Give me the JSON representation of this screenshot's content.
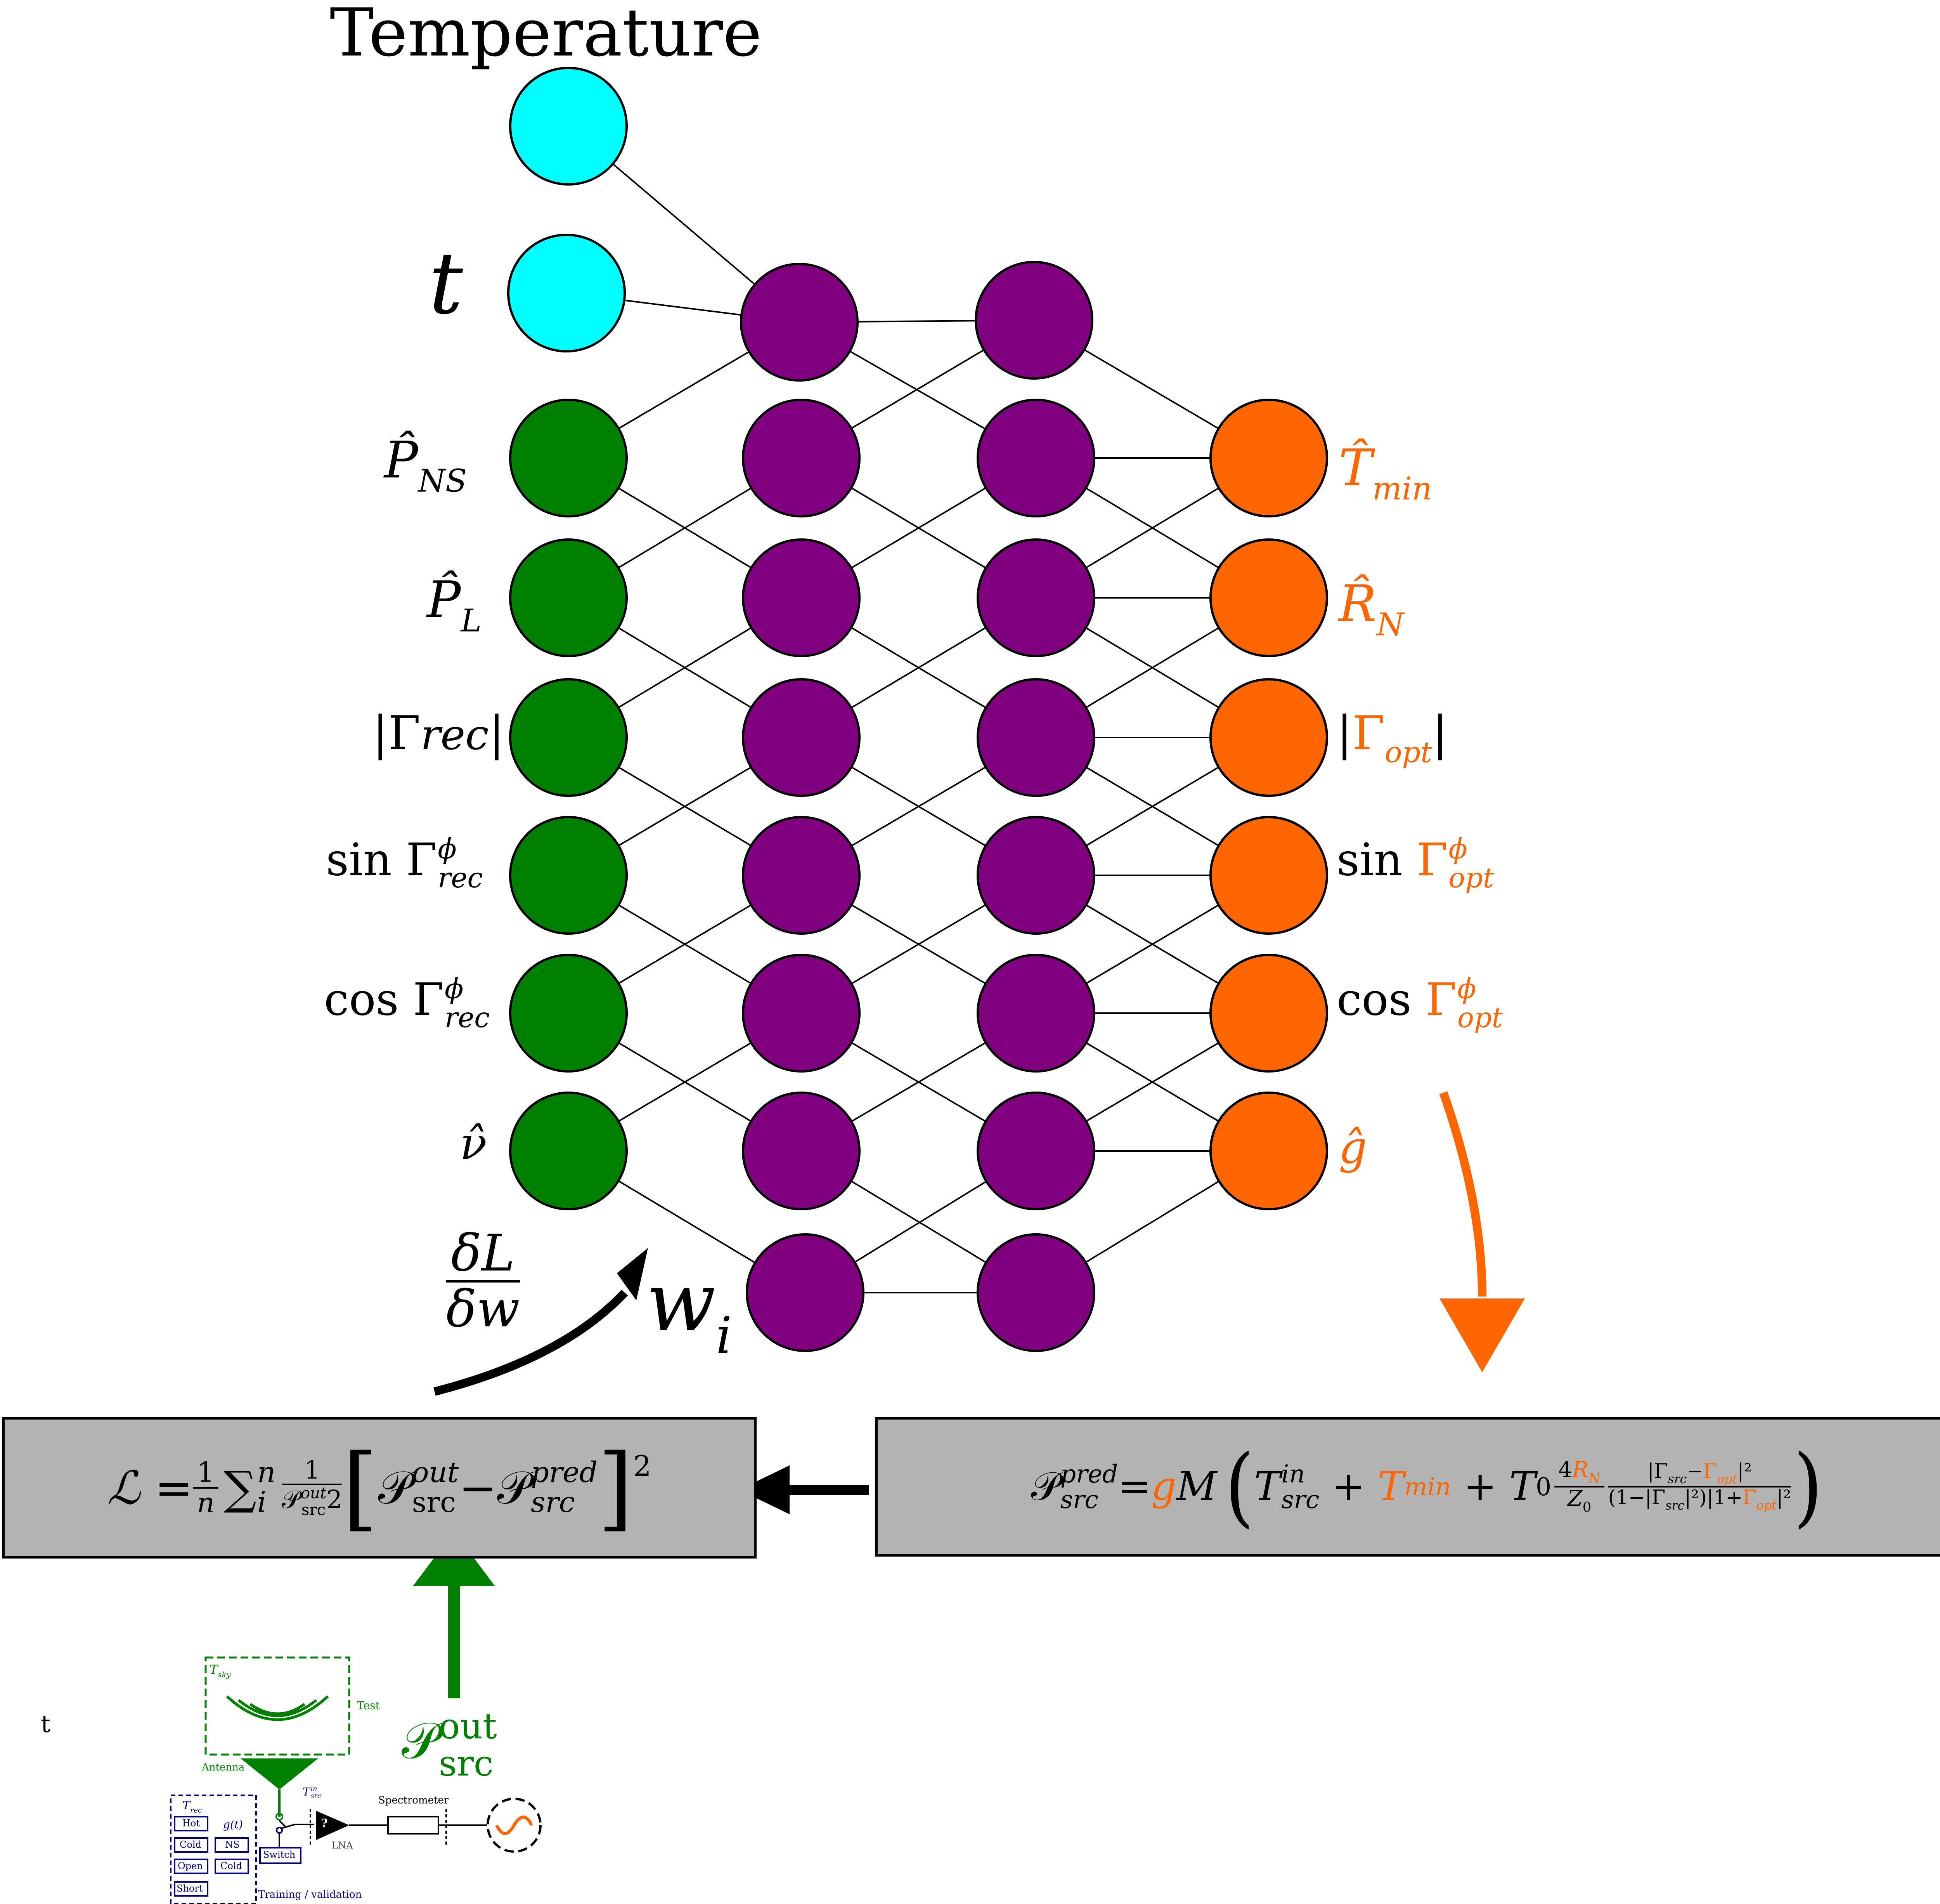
{
  "input_labels": {
    "temperature": "Temperature",
    "t": "t",
    "p_ns": {
      "base": "P̂",
      "sub": "NS"
    },
    "p_l": {
      "base": "P̂",
      "sub": "L"
    },
    "gamma_rec_mag": {
      "left": "|Γ",
      "sub": "rec",
      "right": "|"
    },
    "sin_gamma_rec": {
      "fn": "sin Γ",
      "sup": "ϕ",
      "sub": "rec"
    },
    "cos_gamma_rec": {
      "fn": "cos Γ",
      "sup": "ϕ",
      "sub": "rec"
    },
    "nu": "ν̂"
  },
  "output_labels": {
    "t_min": {
      "base": "T̂",
      "sub": "min"
    },
    "r_n": {
      "base": "R̂",
      "sub": "N"
    },
    "gamma_opt_mag": {
      "left": "|",
      "mid": "Γ",
      "sub": "opt",
      "right": "|"
    },
    "sin_gamma_opt": {
      "fn": "sin ",
      "mid": "Γ",
      "sup": "ϕ",
      "sub": "opt"
    },
    "cos_gamma_opt": {
      "fn": "cos ",
      "mid": "Γ",
      "sup": "ϕ",
      "sub": "opt"
    },
    "g": "ĝ"
  },
  "gradient": {
    "num": "δL",
    "den": "δw",
    "weight": "w",
    "weight_sub": "i"
  },
  "loss_box": {
    "lhs": "ℒ = ",
    "frac_num": "1",
    "frac_den": "n",
    "sum": "∑",
    "sum_sub": "i",
    "sum_sup": "n",
    "inv_num": "1",
    "inv_den_base": "𝒫",
    "inv_den_sup": "out",
    "inv_den_sub": "src",
    "inv_den_tail": "2",
    "p_out": "𝒫",
    "p_out_sup": "out",
    "p_out_sub": "src",
    "minus": " −",
    "p_pred": "𝒫",
    "p_pred_sup": "pred",
    "p_pred_sub": "src",
    "square": "2"
  },
  "pred_box": {
    "p": "𝒫",
    "p_sup": "pred",
    "p_sub": "src",
    "eq": "= ",
    "g": "g",
    "m": "M",
    "t_in": "T",
    "t_in_sup": "in",
    "t_in_sub": "src",
    "plus1": " + ",
    "tmin": "T",
    "tmin_sub": "min",
    "plus2": " + ",
    "t0": "T",
    "t0_sub": "0",
    "four": "4",
    "rn": "R",
    "rn_sub": "N",
    "z0": "Z",
    "z0_sub": "0",
    "num_text": "|Γ",
    "num_sub_src": "src",
    "num_minus": "−",
    "num_gopt": "Γ",
    "num_gopt_sub": "opt",
    "num_end": "|²",
    "den_a": "(1−|Γ",
    "den_sub_src": "src",
    "den_b": "|²)|1+",
    "den_gopt": "Γ",
    "den_gopt_sub": "opt",
    "den_c": "|²"
  },
  "measured": {
    "base": "𝒫",
    "sup": "out",
    "sub": "src"
  },
  "stray_t": "t",
  "inset": {
    "tsky": "T",
    "tsky_sub": "sky",
    "test": "Test",
    "antenna": "Antenna",
    "tsrc": "T",
    "tsrc_sup": "in",
    "tsrc_sub": "src",
    "spectrometer": "Spectrometer",
    "lna": "LNA",
    "lna_mark": "?",
    "switch": "Switch",
    "trec": "T",
    "trec_sub": "rec",
    "gt": "g(t)",
    "cal_left": [
      "Hot",
      "Cold",
      "Open",
      "Short"
    ],
    "cal_right": [
      "NS",
      "Cold"
    ],
    "training": "Training / validation"
  },
  "colors": {
    "input_time": "#00ffff",
    "input_green": "#008000",
    "hidden": "#800080",
    "output": "#ff6600",
    "box_fill": "#b3b3b3",
    "measured_green": "#008000",
    "inset_blue": "#000080"
  }
}
